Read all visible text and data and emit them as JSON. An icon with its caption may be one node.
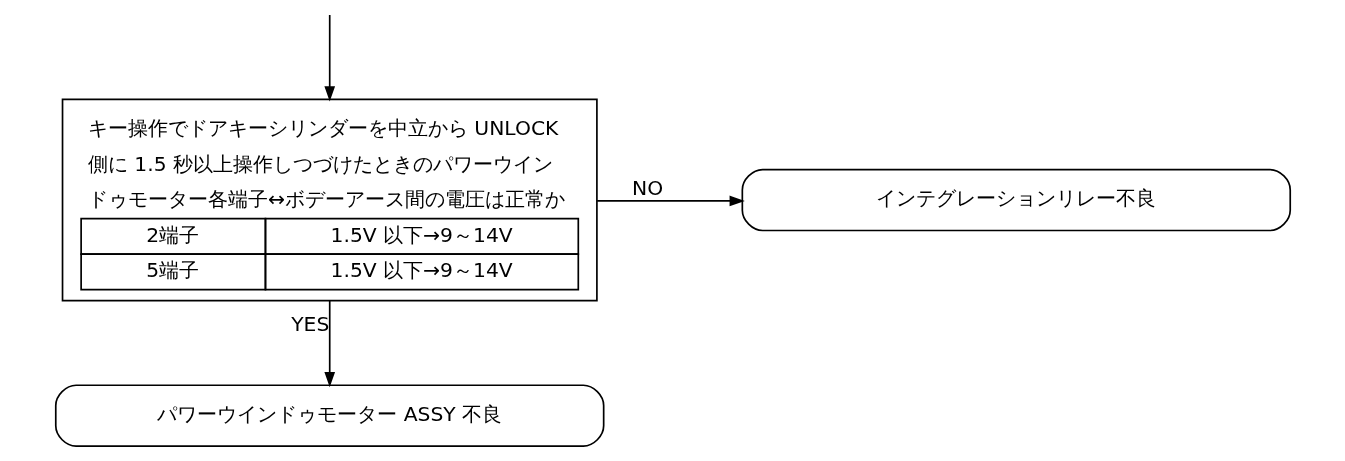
{
  "diagram": {
    "nodes": [
      {
        "text": [
          "キー操作でドアキーシリンダーを中立から UNLOCK側に 1.5 秒以上操作しつづけたときのパワーウインドゥモーター各端子↔ボデーアース間の電圧は正常か",
          "2端子",
          "1.5V 以下→9～14V",
          "5端子",
          "1.5V 以下→9～14V"
        ]
      },
      {
        "text": [
          "インテグレーションリレー不良"
        ]
      },
      {
        "text": [
          "パワーウインドゥモーター ASSY 不良"
        ]
      }
    ],
    "edges": [
      {
        "from": null,
        "to": 0,
        "arrow": "to"
      },
      {
        "from": 0,
        "to": 1,
        "arrow": "to",
        "label": "NO"
      },
      {
        "from": 0,
        "to": 2,
        "arrow": "to",
        "label": "YES"
      }
    ]
  }
}
